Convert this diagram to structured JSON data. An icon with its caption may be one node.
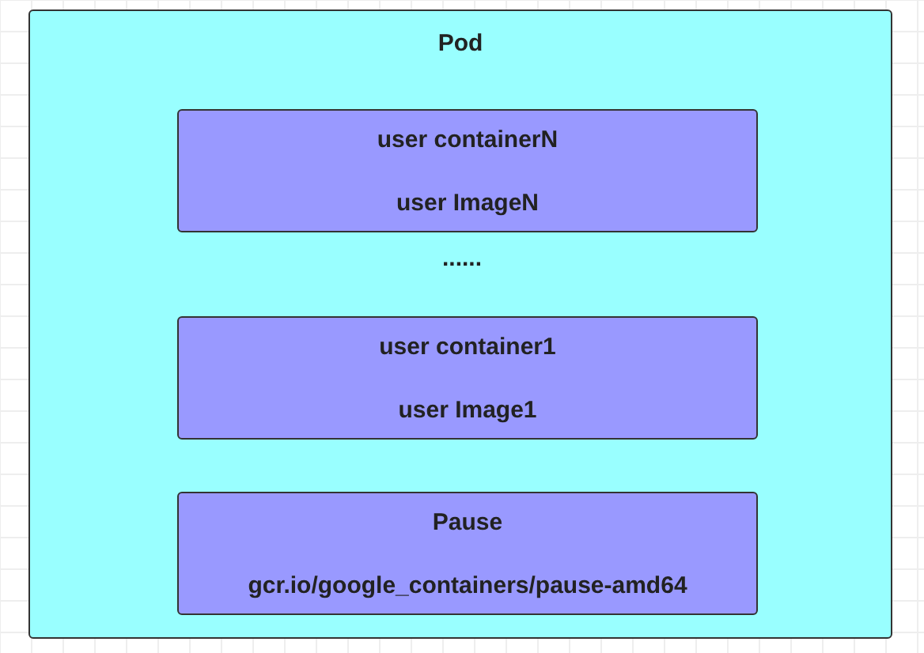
{
  "diagram": {
    "nodes": [
      {
        "text": [
          "Pod"
        ]
      },
      {
        "text": [
          "user containerN",
          "user ImageN"
        ],
        "in": 0
      },
      {
        "text": [
          "user container1",
          "user Image1"
        ],
        "in": 0
      },
      {
        "text": [
          "Pause",
          "gcr.io/google_containers/pause-amd64"
        ],
        "in": 0
      }
    ],
    "labels": [
      "......"
    ]
  }
}
